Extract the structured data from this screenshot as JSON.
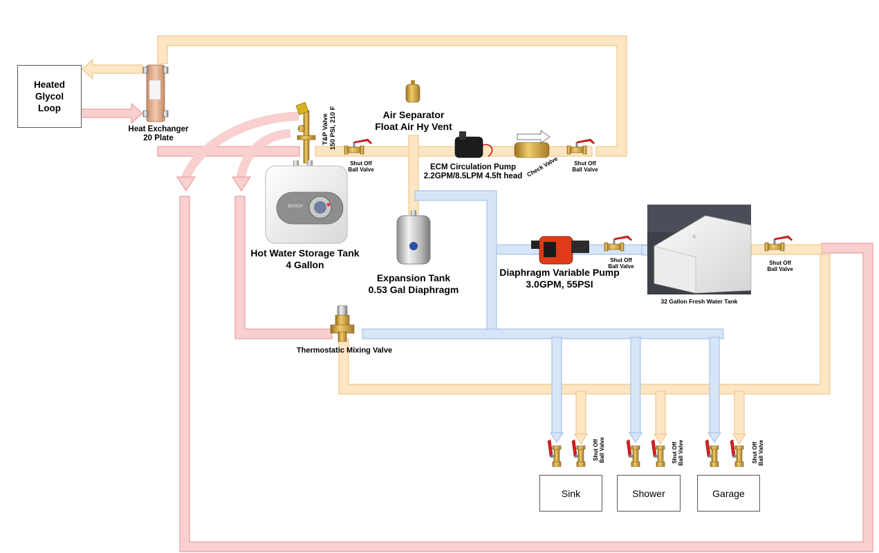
{
  "colors": {
    "hot_pipe": "#f9cfcf",
    "hot_pipe_edge": "#e8a0a0",
    "warm_pipe": "#fde6c4",
    "warm_pipe_edge": "#efc78d",
    "cold_pipe": "#d6e5f7",
    "cold_pipe_edge": "#a9c4e6",
    "valve_handle": "#d42020",
    "brass": "#c99a3a"
  },
  "heated_glycol_loop": "Heated\nGlycol\nLoop",
  "heat_exchanger": {
    "line1": "Heat Exchanger",
    "line2": "20 Plate"
  },
  "tp_valve": {
    "line1": "T&P Valve",
    "line2": "150 PSI, 210 F"
  },
  "hot_water_tank": {
    "line1": "Hot Water Storage Tank",
    "line2": "4 Gallon",
    "brand": "BOSCH"
  },
  "air_separator": {
    "line1": "Air Separator",
    "line2": "Float Air Hy Vent"
  },
  "ecm_pump": {
    "line1": "ECM Circulation Pump",
    "line2": "2.2GPM/8.5LPM 4.5ft head"
  },
  "check_valve": "Check Valve",
  "shutoff_label": {
    "line1": "Shut Off",
    "line2": "Ball Valve"
  },
  "shutoff_vertical": {
    "line1": "Shut Off",
    "line2": "Ball Valve"
  },
  "expansion_tank": {
    "line1": "Expansion Tank",
    "line2": "0.53 Gal Diaphragm"
  },
  "diaphragm_pump": {
    "line1": "Diaphragm Variable Pump",
    "line2": "3.0GPM, 55PSI"
  },
  "fresh_water_tank": "32 Gallon Fresh Water Tank",
  "mixing_valve": "Thermostatic Mixing Valve",
  "fixtures": [
    "Sink",
    "Shower",
    "Garage"
  ]
}
